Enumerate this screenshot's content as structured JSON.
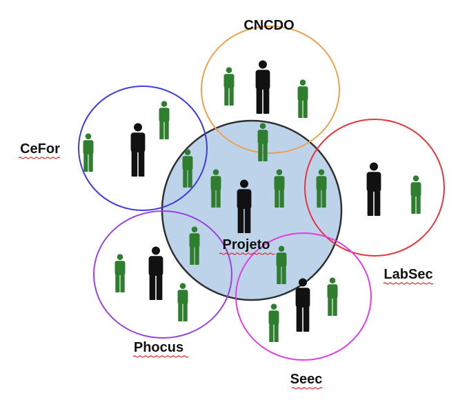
{
  "diagram": {
    "center": {
      "label": "Projeto",
      "fill": "#bcd3ea",
      "stroke": "#2e2e2e"
    },
    "groups": [
      {
        "key": "cncdo",
        "label": "CNCDO",
        "color": "#f0a04b"
      },
      {
        "key": "cefor",
        "label": "CeFor",
        "color": "#3b3bdf"
      },
      {
        "key": "labsec",
        "label": "LabSec",
        "color": "#e8323c"
      },
      {
        "key": "phocus",
        "label": "Phocus",
        "color": "#9a3fe0"
      },
      {
        "key": "seec",
        "label": "Seec",
        "color": "#e03ce6"
      }
    ],
    "colors": {
      "member": "#2f7d2f",
      "leader": "#111111"
    },
    "icons": {
      "member": "person-icon",
      "leader": "person-icon"
    },
    "spellcheck_underline": "#e02020"
  }
}
